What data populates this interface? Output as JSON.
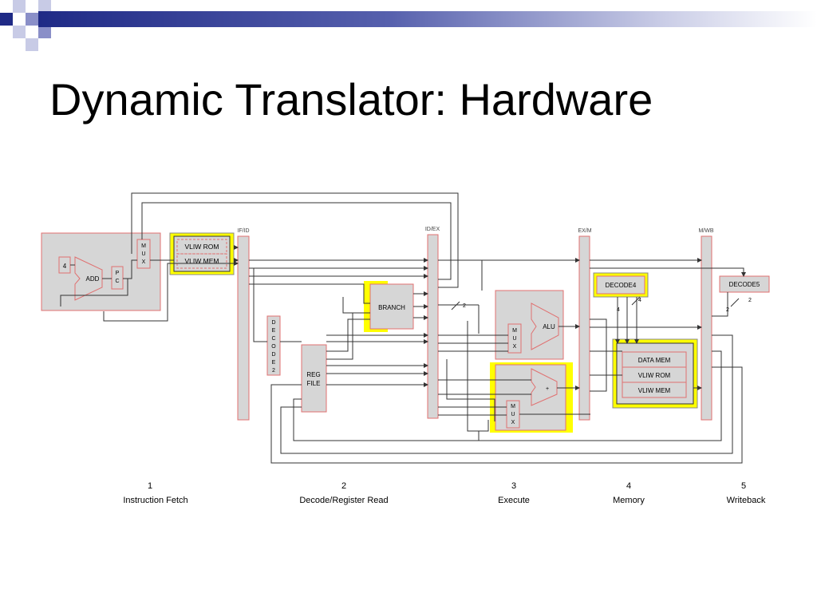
{
  "title": "Dynamic Translator: Hardware",
  "colors": {
    "block_fill": "#d6d6d6",
    "block_stroke": "#e07070",
    "highlight": "#ffff00",
    "wire": "#333333",
    "title_bar": "#1f2a86"
  },
  "blocks": {
    "mux_fetch": "M\nU\nX",
    "const4": "4",
    "adder": "ADD",
    "pc": "P\nC",
    "vliw_rom_fetch": "VLIW ROM",
    "vliw_mem_fetch": "VLIW MEM",
    "ifid": "IF/ID",
    "decode2": "D\nE\nC\nO\nD\nE\n2",
    "reg_file": "REG\nFILE",
    "branch": "BRANCH",
    "idex": "ID/EX",
    "mux_alu": "M\nU\nX",
    "alu": "ALU",
    "adder2": "+",
    "mux_ex": "M\nU\nX",
    "exm": "EX/M",
    "decode4": "DECODE4",
    "data_mem": "DATA MEM",
    "vliw_rom_mem": "VLIW ROM",
    "vliw_mem_mem": "VLIW MEM",
    "mwb": "M/WB",
    "decode5": "DECODE5"
  },
  "bus_labels": {
    "idex_width": "2",
    "decode4_width_top": "4",
    "decode4_width_left": "4",
    "decode5_width_top": "2",
    "decode5_width_left": "2"
  },
  "stages": [
    {
      "num": "1",
      "label": "Instruction Fetch"
    },
    {
      "num": "2",
      "label": "Decode/Register Read"
    },
    {
      "num": "3",
      "label": "Execute"
    },
    {
      "num": "4",
      "label": "Memory"
    },
    {
      "num": "5",
      "label": "Writeback"
    }
  ]
}
